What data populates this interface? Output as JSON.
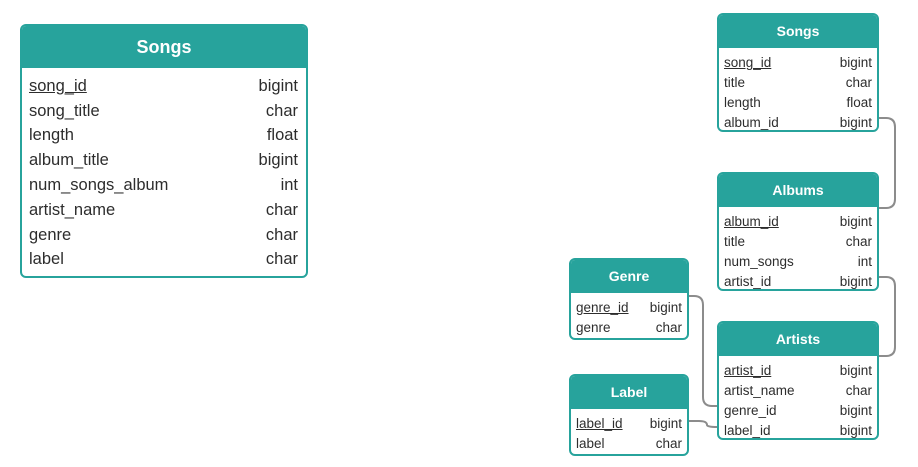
{
  "denormalized": {
    "title": "Songs",
    "rows": [
      {
        "name": "song_id",
        "type": "bigint",
        "pk": true
      },
      {
        "name": "song_title",
        "type": "char",
        "pk": false
      },
      {
        "name": "length",
        "type": "float",
        "pk": false
      },
      {
        "name": "album_title",
        "type": "bigint",
        "pk": false
      },
      {
        "name": "num_songs_album",
        "type": "int",
        "pk": false
      },
      {
        "name": "artist_name",
        "type": "char",
        "pk": false
      },
      {
        "name": "genre",
        "type": "char",
        "pk": false
      },
      {
        "name": "label",
        "type": "char",
        "pk": false
      }
    ]
  },
  "normalized": {
    "songs": {
      "title": "Songs",
      "rows": [
        {
          "name": "song_id",
          "type": "bigint",
          "pk": true
        },
        {
          "name": "title",
          "type": "char",
          "pk": false
        },
        {
          "name": "length",
          "type": "float",
          "pk": false
        },
        {
          "name": "album_id",
          "type": "bigint",
          "pk": false
        }
      ]
    },
    "albums": {
      "title": "Albums",
      "rows": [
        {
          "name": "album_id",
          "type": "bigint",
          "pk": true
        },
        {
          "name": "title",
          "type": "char",
          "pk": false
        },
        {
          "name": "num_songs",
          "type": "int",
          "pk": false
        },
        {
          "name": "artist_id",
          "type": "bigint",
          "pk": false
        }
      ]
    },
    "artists": {
      "title": "Artists",
      "rows": [
        {
          "name": "artist_id",
          "type": "bigint",
          "pk": true
        },
        {
          "name": "artist_name",
          "type": "char",
          "pk": false
        },
        {
          "name": "genre_id",
          "type": "bigint",
          "pk": false
        },
        {
          "name": "label_id",
          "type": "bigint",
          "pk": false
        }
      ]
    },
    "genre": {
      "title": "Genre",
      "rows": [
        {
          "name": "genre_id",
          "type": "bigint",
          "pk": true
        },
        {
          "name": "genre",
          "type": "char",
          "pk": false
        }
      ]
    },
    "label": {
      "title": "Label",
      "rows": [
        {
          "name": "label_id",
          "type": "bigint",
          "pk": true
        },
        {
          "name": "label",
          "type": "char",
          "pk": false
        }
      ]
    }
  },
  "relationships": [
    {
      "from": "Songs.album_id",
      "to": "Albums.album_id"
    },
    {
      "from": "Albums.artist_id",
      "to": "Artists.artist_id"
    },
    {
      "from": "Genre.genre_id",
      "to": "Artists.genre_id"
    },
    {
      "from": "Label.label_id",
      "to": "Artists.label_id"
    }
  ],
  "colors": {
    "header": "#27a39c",
    "border": "#27a39c",
    "connector": "#8c8c8c",
    "text": "#2d2d2d"
  }
}
